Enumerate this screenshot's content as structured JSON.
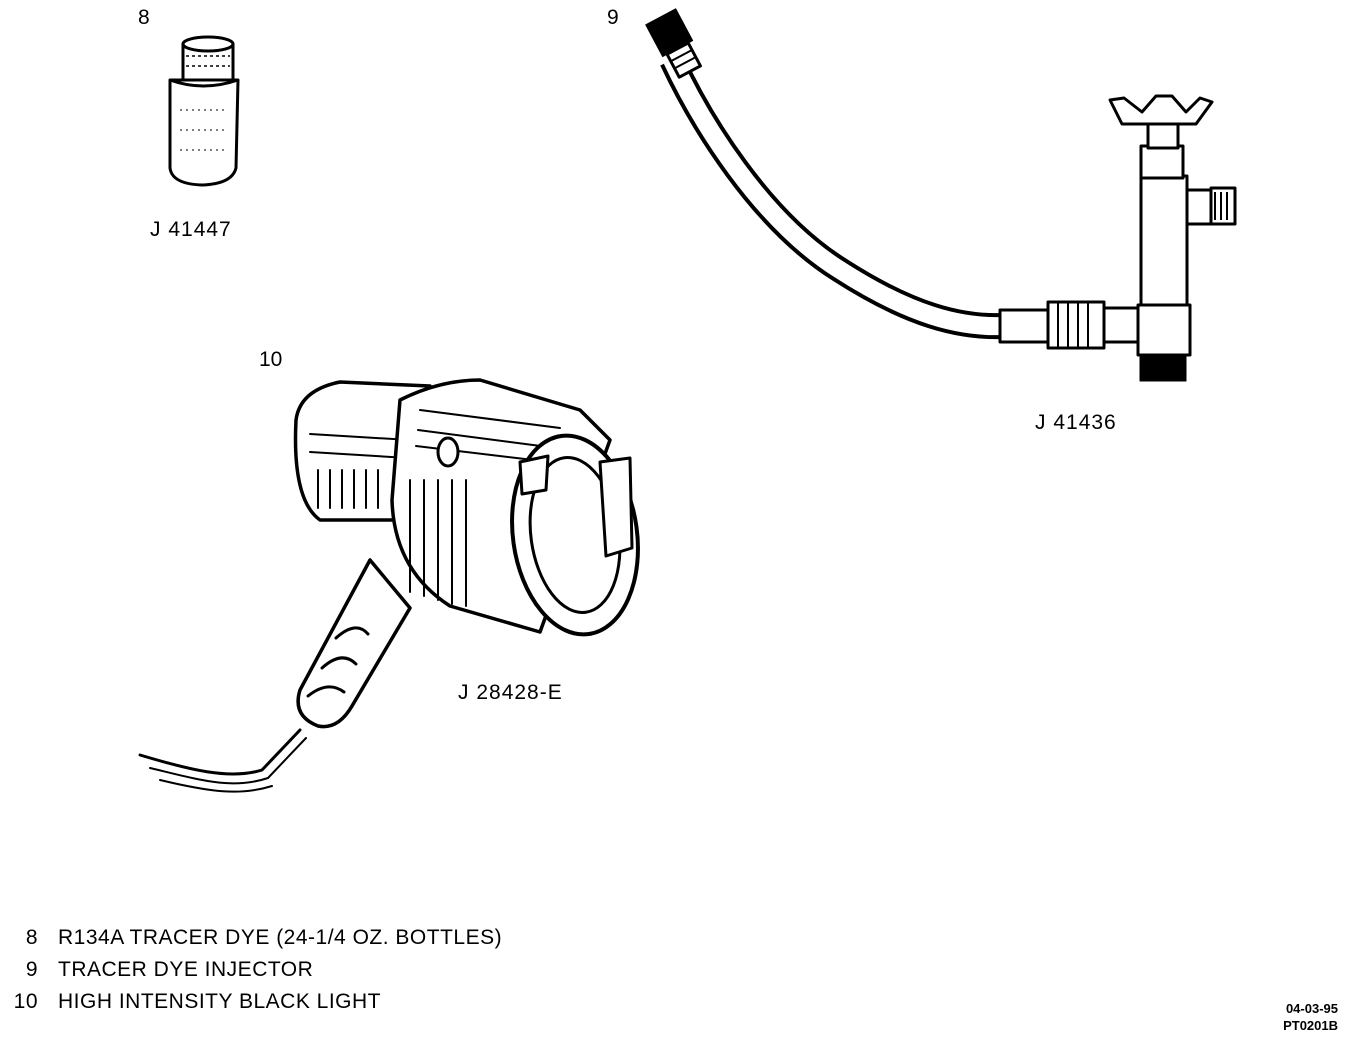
{
  "callouts": {
    "item8": "8",
    "item9": "9",
    "item10": "10"
  },
  "part_numbers": {
    "bottle": "J 41447",
    "injector": "J 41436",
    "light": "J 28428-E"
  },
  "legend": [
    {
      "num": "8",
      "text": "R134A TRACER DYE (24-1/4 OZ. BOTTLES)"
    },
    {
      "num": "9",
      "text": "TRACER DYE INJECTOR"
    },
    {
      "num": "10",
      "text": "HIGH INTENSITY BLACK LIGHT"
    }
  ],
  "stamp": {
    "date": "04-03-95",
    "figure_id": "PT0201B"
  }
}
